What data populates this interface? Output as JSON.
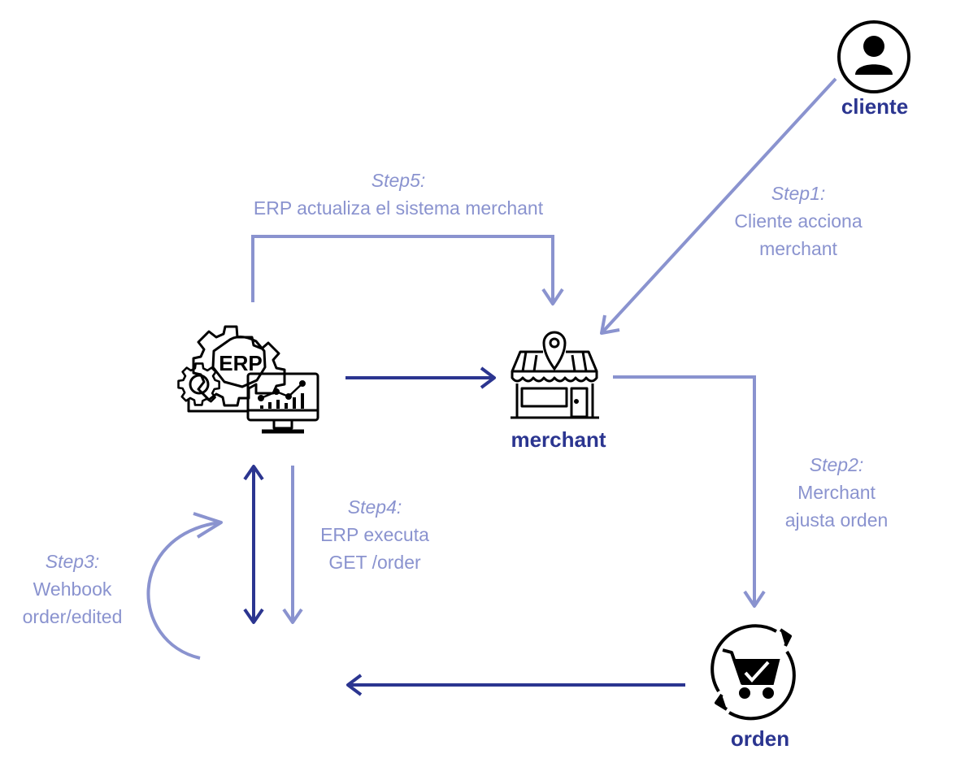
{
  "colors": {
    "light": "#8a93cf",
    "dark": "#2b3590",
    "icon": "#000000"
  },
  "nodes": {
    "cliente": {
      "label": "cliente",
      "icon": "user-icon"
    },
    "merchant": {
      "label": "merchant",
      "icon": "store-icon"
    },
    "erp": {
      "label": "ERP",
      "icon": "erp-gears-monitor-icon"
    },
    "orden": {
      "label": "orden",
      "icon": "cart-sync-icon"
    }
  },
  "steps": {
    "step1": {
      "title": "Step1:",
      "lines": [
        "Cliente acciona",
        "merchant"
      ]
    },
    "step2": {
      "title": "Step2:",
      "lines": [
        "Merchant",
        "ajusta orden"
      ]
    },
    "step3": {
      "title": "Step3:",
      "lines": [
        "Wehbook",
        "order/edited"
      ]
    },
    "step4": {
      "title": "Step4:",
      "lines": [
        "ERP executa",
        "GET /order"
      ]
    },
    "step5": {
      "title": "Step5:",
      "lines": [
        "ERP actualiza el sistema merchant"
      ]
    }
  }
}
